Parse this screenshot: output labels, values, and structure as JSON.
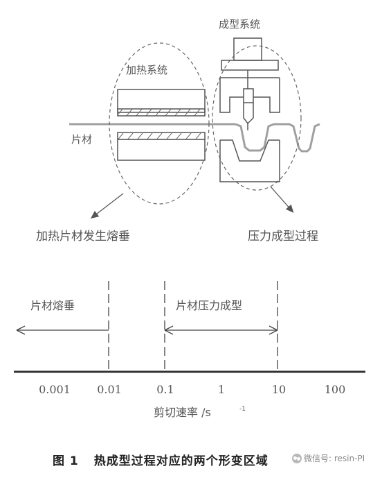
{
  "top_diagram": {
    "forming_system_label": "成型系统",
    "heating_system_label": "加热系统",
    "sheet_label": "片材",
    "sag_region_label": "加热片材发生熔垂",
    "pressure_region_label": "压力成型过程"
  },
  "axis_diagram": {
    "sag_label": "片材熔垂",
    "pressure_forming_label": "片材压力成型",
    "ticks": [
      "0.001",
      "0.01",
      "0.1",
      "1",
      "10",
      "100"
    ],
    "axis_label": "剪切速率 /s",
    "axis_unit_exponent": "-1"
  },
  "caption": {
    "figure_number": "图 1",
    "title": "热成型过程对应的两个形变区域"
  },
  "watermark": {
    "text": "微信号: resin-PI"
  },
  "colors": {
    "line": "#555555",
    "dash": "#666666",
    "sheet": "#9a9a9a",
    "axis": "#333333"
  }
}
